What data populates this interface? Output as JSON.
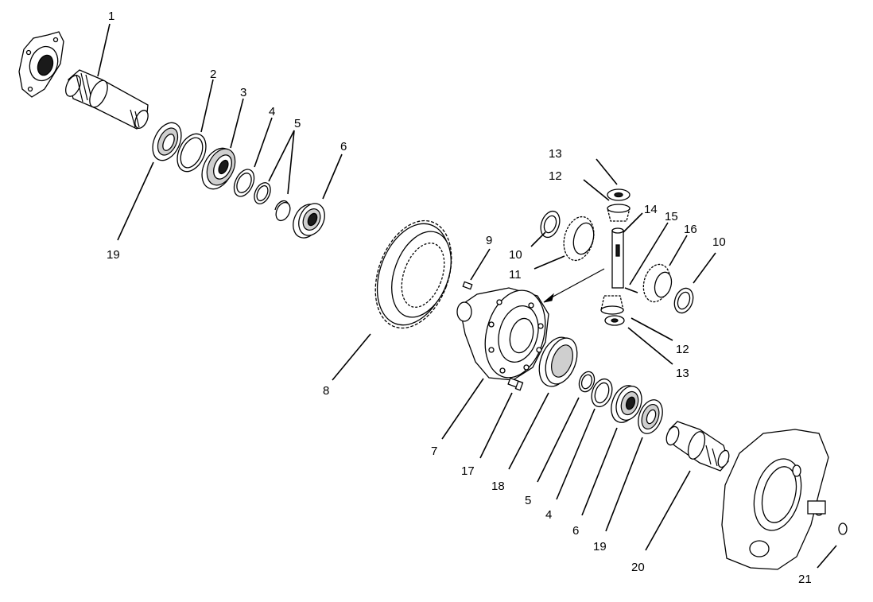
{
  "labels": {
    "l1": "1",
    "l2": "2",
    "l3": "3",
    "l4": "4",
    "l5": "5",
    "l6": "6",
    "l19a": "19",
    "l13a": "13",
    "l12a": "12",
    "l14": "14",
    "l15": "15",
    "l16": "16",
    "l10a": "10",
    "l9": "9",
    "l10b": "10",
    "l11": "11",
    "l8": "8",
    "l12b": "12",
    "l13b": "13",
    "l7": "7",
    "l17": "17",
    "l18": "18",
    "l5b": "5",
    "l4b": "4",
    "l6b": "6",
    "l19b": "19",
    "l20": "20",
    "l21": "21"
  }
}
